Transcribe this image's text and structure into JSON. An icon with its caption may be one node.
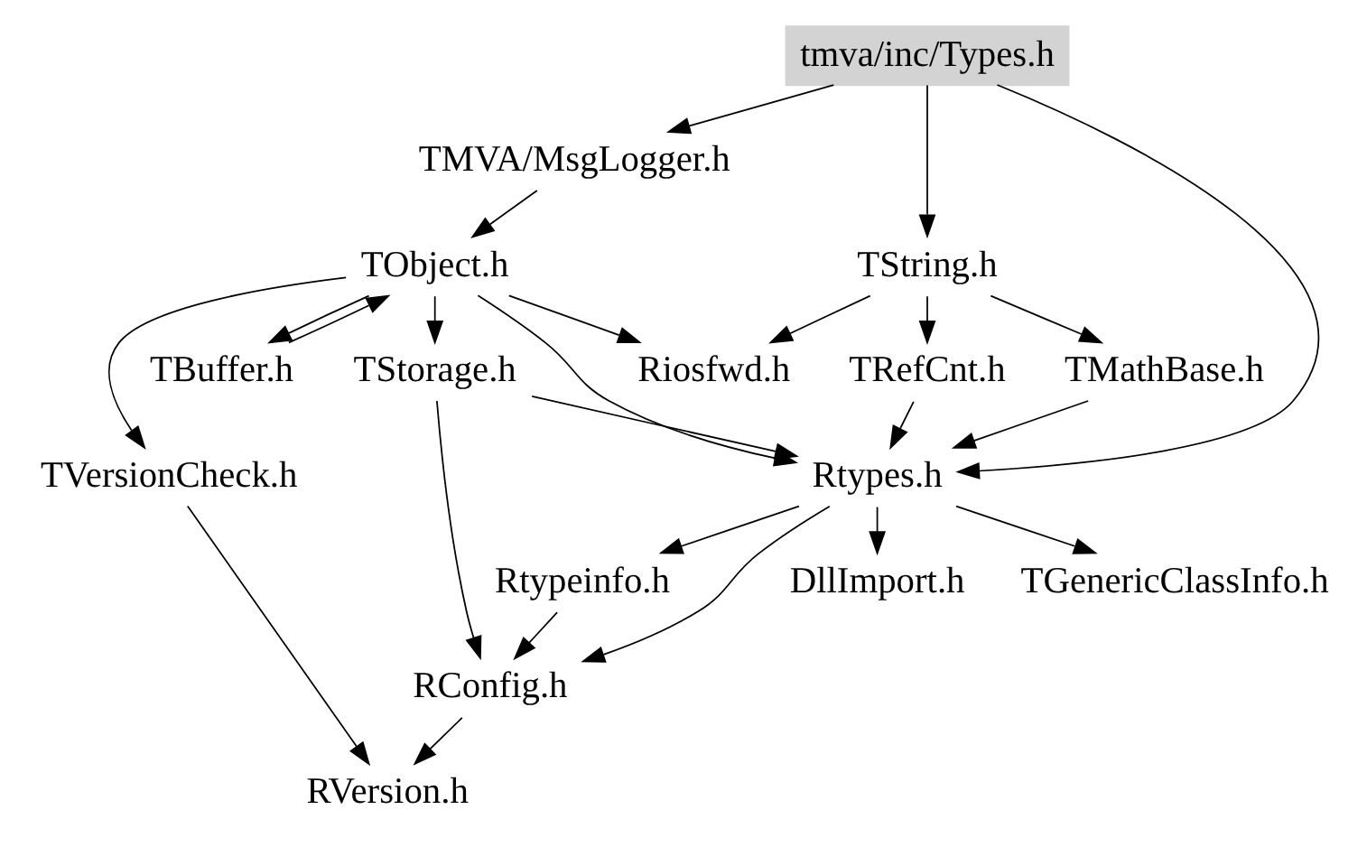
{
  "diagram": {
    "nodes": [
      {
        "text": [
          "tmva/inc/Types.h"
        ]
      },
      {
        "text": [
          "TMVA/MsgLogger.h"
        ]
      },
      {
        "text": [
          "TString.h"
        ]
      },
      {
        "text": [
          "TObject.h"
        ]
      },
      {
        "text": [
          "TRefCnt.h"
        ]
      },
      {
        "text": [
          "TMathBase.h"
        ]
      },
      {
        "text": [
          "Riosfwd.h"
        ]
      },
      {
        "text": [
          "TStorage.h"
        ]
      },
      {
        "text": [
          "TBuffer.h"
        ]
      },
      {
        "text": [
          "Rtypes.h"
        ]
      },
      {
        "text": [
          "TVersionCheck.h"
        ]
      },
      {
        "text": [
          "DllImport.h"
        ]
      },
      {
        "text": [
          "TGenericClassInfo.h"
        ]
      },
      {
        "text": [
          "Rtypeinfo.h"
        ]
      },
      {
        "text": [
          "RConfig.h"
        ]
      },
      {
        "text": [
          "RVersion.h"
        ]
      }
    ],
    "edges": [
      {
        "from": 0,
        "to": 1,
        "arrow": "to"
      },
      {
        "from": 0,
        "to": 2,
        "arrow": "to"
      },
      {
        "from": 0,
        "to": 9,
        "arrow": "to"
      },
      {
        "from": 1,
        "to": 3,
        "arrow": "to"
      },
      {
        "from": 2,
        "to": 4,
        "arrow": "to"
      },
      {
        "from": 2,
        "to": 5,
        "arrow": "to"
      },
      {
        "from": 2,
        "to": 6,
        "arrow": "to"
      },
      {
        "from": 3,
        "to": 9,
        "arrow": "to"
      },
      {
        "from": 3,
        "to": 6,
        "arrow": "to"
      },
      {
        "from": 3,
        "to": 7,
        "arrow": "to"
      },
      {
        "from": 3,
        "to": 8,
        "arrow": "to"
      },
      {
        "from": 8,
        "to": 3,
        "arrow": "to"
      },
      {
        "from": 3,
        "to": 10,
        "arrow": "to"
      },
      {
        "from": 4,
        "to": 9,
        "arrow": "to"
      },
      {
        "from": 5,
        "to": 9,
        "arrow": "to"
      },
      {
        "from": 7,
        "to": 9,
        "arrow": "to"
      },
      {
        "from": 7,
        "to": 14,
        "arrow": "to"
      },
      {
        "from": 9,
        "to": 11,
        "arrow": "to"
      },
      {
        "from": 9,
        "to": 12,
        "arrow": "to"
      },
      {
        "from": 9,
        "to": 13,
        "arrow": "to"
      },
      {
        "from": 9,
        "to": 14,
        "arrow": "to"
      },
      {
        "from": 13,
        "to": 14,
        "arrow": "to"
      },
      {
        "from": 14,
        "to": 15,
        "arrow": "to"
      },
      {
        "from": 10,
        "to": 15,
        "arrow": "to"
      }
    ]
  }
}
